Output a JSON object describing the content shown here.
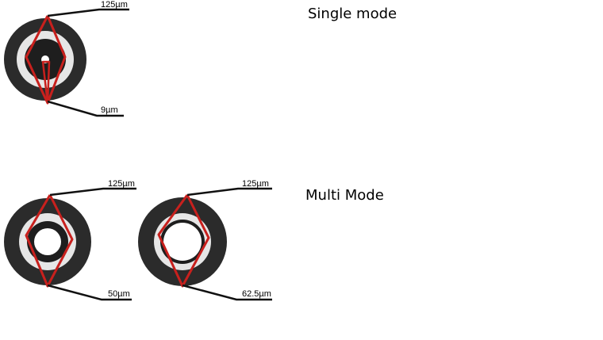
{
  "sections": {
    "single_mode": "Single mode",
    "multi_mode": "Multi Mode"
  },
  "fibers": {
    "single": {
      "cladding": "125µm",
      "core": "9µm"
    },
    "multi_50": {
      "cladding": "125µm",
      "core": "50µm"
    },
    "multi_62": {
      "cladding": "125µm",
      "core": "62.5µm"
    }
  },
  "colors": {
    "jacket": "#2b2b2b",
    "cladding": "#e6e6e6",
    "core": "#1e1e1e",
    "ray": "#c8201d",
    "background": "#ffffff"
  }
}
